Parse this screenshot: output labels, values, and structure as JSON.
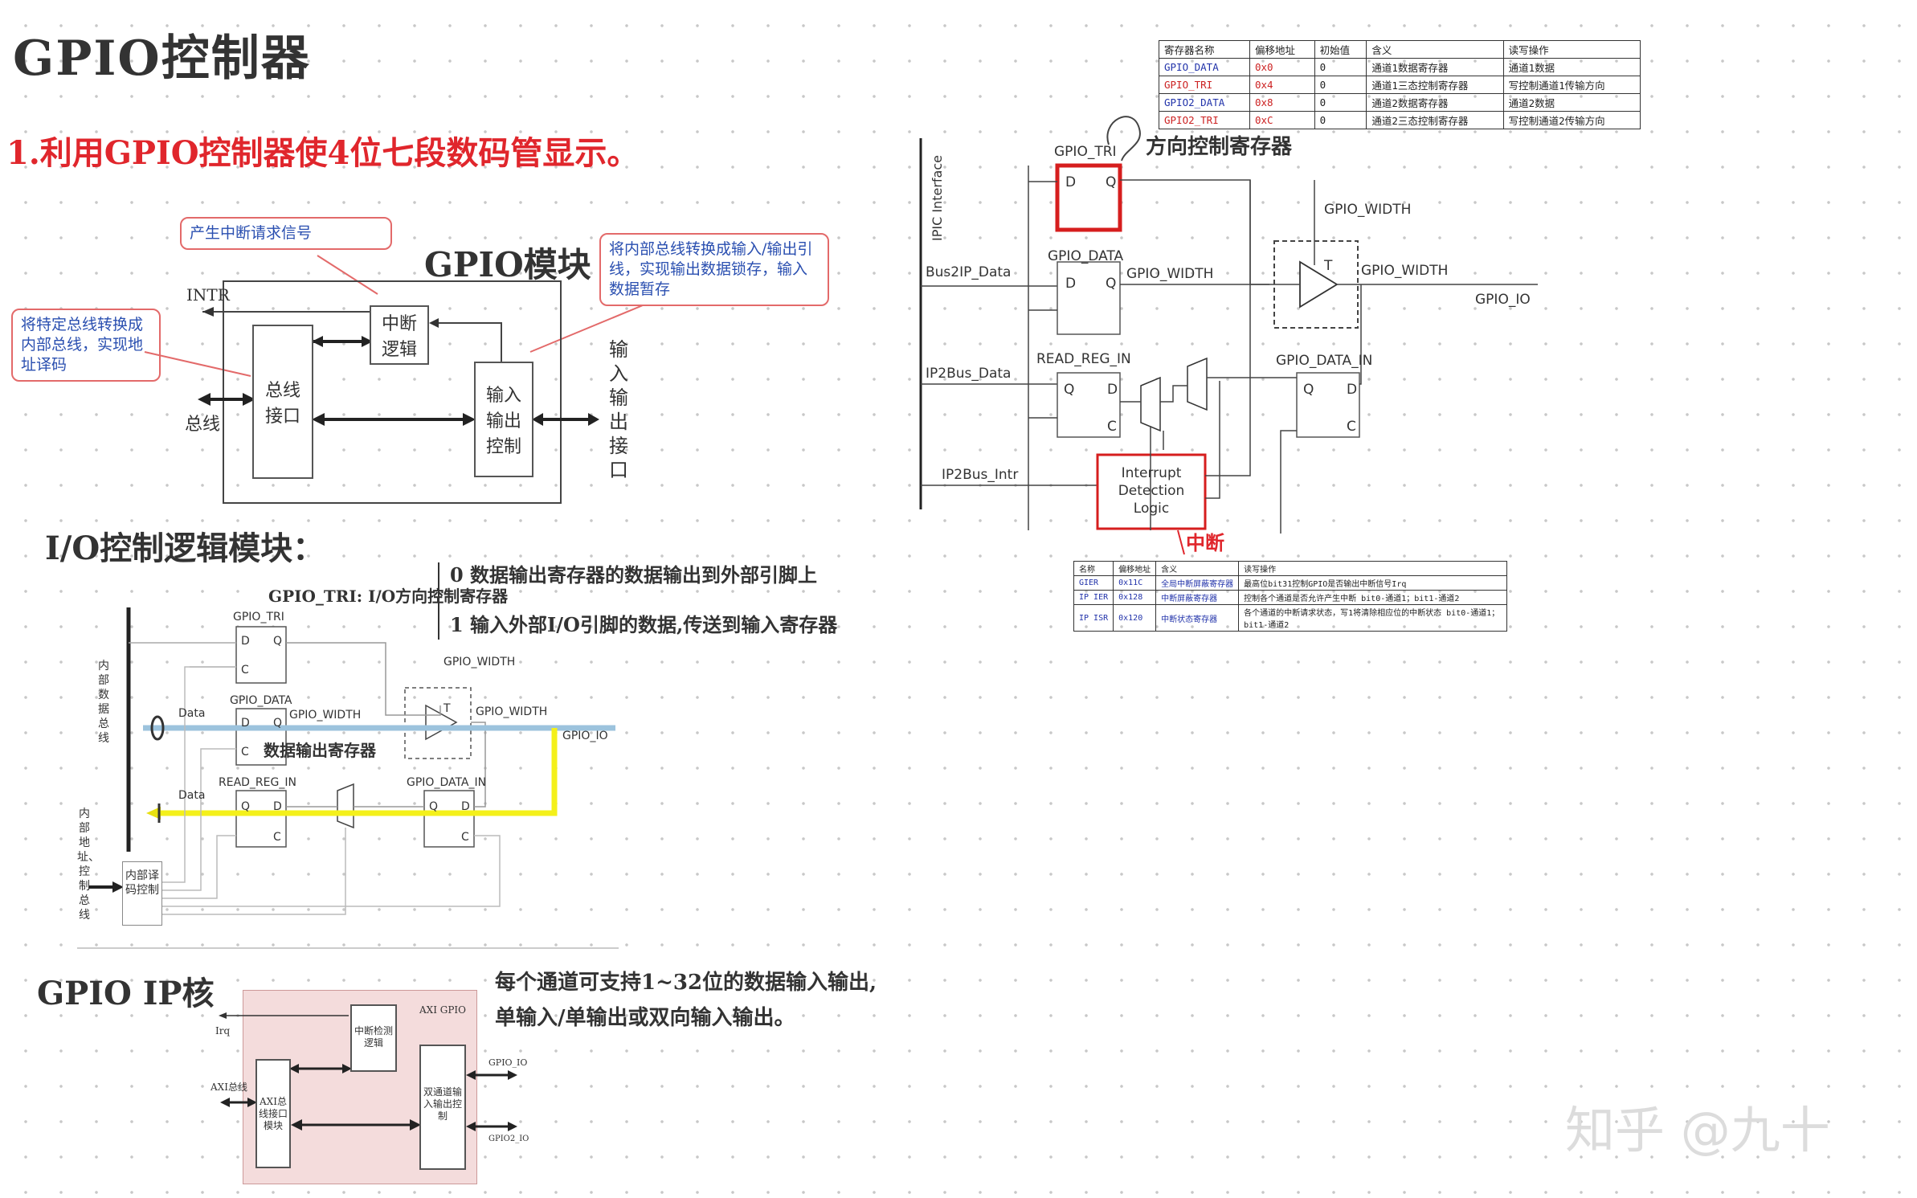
{
  "note": {
    "title": "GPIO控制器",
    "purpose": "1.利用GPIO控制器使4位七段数码管显示。",
    "module_title": "GPIO模块",
    "io_logic_title": "I/O控制逻辑模块：",
    "ip_core_title": "GPIO IP核",
    "tri_note": "GPIO_TRI: I/O方向控制寄存器",
    "tri_bit0": "0 数据输出寄存器的数据输出到外部引脚上",
    "tri_bit1": "1 输入外部I/O引脚的数据,传送到输入寄存器",
    "data_note": "数据输出寄存器",
    "ip_note_1": "每个通道可支持1~32位的数据输入输出,",
    "ip_note_2": "单输入/单输出或双向输入输出。",
    "dir_note": "方向控制寄存器",
    "irq_note": "中断",
    "watermark": "知乎 @九十"
  },
  "gpio_module": {
    "callout_interrupt": "产生中断请求信号",
    "callout_bus": "将特定总线转换成内部总线，实现地址译码",
    "callout_io": "将内部总线转换成输入/输出引线，实现输出数据锁存，输入数据暂存",
    "intr": "INTR",
    "bus": "总线",
    "bus_interface": "总线接口",
    "interrupt_logic": "中断逻辑",
    "io_control": "输入输出控制",
    "io_port": "输入输出接口"
  },
  "io_logic": {
    "internal_data_bus": "内部数据总线",
    "internal_addr_bus": "内部地址、控制总线",
    "decoder": "内部译码控制",
    "gpio_tri": "GPIO_TRI",
    "gpio_data": "GPIO_DATA",
    "read_reg_in": "READ_REG_IN",
    "gpio_data_in": "GPIO_DATA_IN",
    "gpio_width": "GPIO_WIDTH",
    "gpio_io": "GPIO_IO",
    "data": "Data",
    "d": "D",
    "q": "Q",
    "c": "C",
    "t": "T"
  },
  "ip_core": {
    "axi_gpio": "AXI GPIO",
    "irq": "Irq",
    "axi_bus": "AXI总线",
    "axi_if": "AXI总线接口模块",
    "int_ctrl": "中断检测逻辑",
    "dual_ch": "双通道输入输出控制",
    "gpio_io": "GPIO_IO",
    "gpio2_io": "GPIO2_IO"
  },
  "ipic": {
    "interface": "IPIC Interface",
    "bus2ip_data": "Bus2IP_Data",
    "ip2bus_data": "IP2Bus_Data",
    "ip2bus_intr": "IP2Bus_Intr",
    "gpio_tri": "GPIO_TRI",
    "gpio_data": "GPIO_DATA",
    "read_reg_in": "READ_REG_IN",
    "gpio_data_in": "GPIO_DATA_IN",
    "gpio_width": "GPIO_WIDTH",
    "gpio_io": "GPIO_IO",
    "interrupt_logic": "Interrupt Detection Logic",
    "d": "D",
    "q": "Q",
    "c": "C",
    "t": "T"
  },
  "reg_table": {
    "headers": [
      "寄存器名称",
      "偏移地址",
      "初始值",
      "含义",
      "读写操作"
    ],
    "rows": [
      [
        "GPIO_DATA",
        "0x0",
        "0",
        "通道1数据寄存器",
        "通道1数据"
      ],
      [
        "GPIO_TRI",
        "0x4",
        "0",
        "通道1三态控制寄存器",
        "写控制通道1传输方向"
      ],
      [
        "GPIO2_DATA",
        "0x8",
        "0",
        "通道2数据寄存器",
        "通道2数据"
      ],
      [
        "GPIO2_TRI",
        "0xC",
        "0",
        "通道2三态控制寄存器",
        "写控制通道2传输方向"
      ]
    ]
  },
  "int_table": {
    "headers": [
      "名称",
      "偏移地址",
      "含义",
      "读写操作"
    ],
    "rows": [
      [
        "GIER",
        "0x11C",
        "全局中断屏蔽寄存器",
        "最高位bit31控制GPIO是否输出中断信号Irq"
      ],
      [
        "IP IER",
        "0x128",
        "中断屏蔽寄存器",
        "控制各个通道是否允许产生中断 bit0-通道1；bit1-通道2"
      ],
      [
        "IP ISR",
        "0x120",
        "中断状态寄存器",
        "各个通道的中断请求状态，写1将清除相应位的中断状态 bit0-通道1；bit1-通道2"
      ]
    ]
  },
  "colors": {
    "accent_red": "#e0262c",
    "callout_text": "#2a4fb0",
    "data_line": "#9cc3dd",
    "read_line": "#f4f01a",
    "ipcore_bg": "#f4dcdc"
  }
}
